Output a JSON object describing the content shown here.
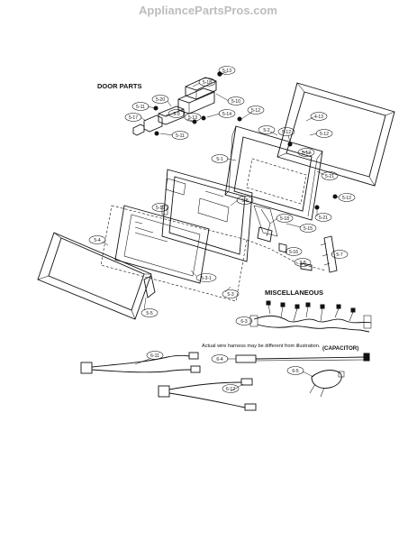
{
  "watermark": "AppliancePartsPros.com",
  "headings": {
    "door_parts": "DOOR PARTS",
    "miscellaneous": "MISCELLANEOUS",
    "capacitor": "(CAPACITOR)"
  },
  "note": "Actual wire harness may be different from illustration.",
  "callouts": [
    "5-13",
    "5-18",
    "5-10",
    "5-20",
    "5-11",
    "5-9",
    "5-13",
    "5-14",
    "5-17",
    "5-11",
    "5-12",
    "4-13",
    "5-12",
    "5-2",
    "5-12",
    "5-12",
    "5-1",
    "5-21",
    "5-8",
    "5-12",
    "5-19",
    "5-18",
    "5-21",
    "5-15",
    "5-4",
    "5-16",
    "3-8",
    "5-7",
    "5-3-1",
    "5-3",
    "5-5",
    "6-3",
    "6-11",
    "6-4",
    "6-5",
    "6-12"
  ]
}
